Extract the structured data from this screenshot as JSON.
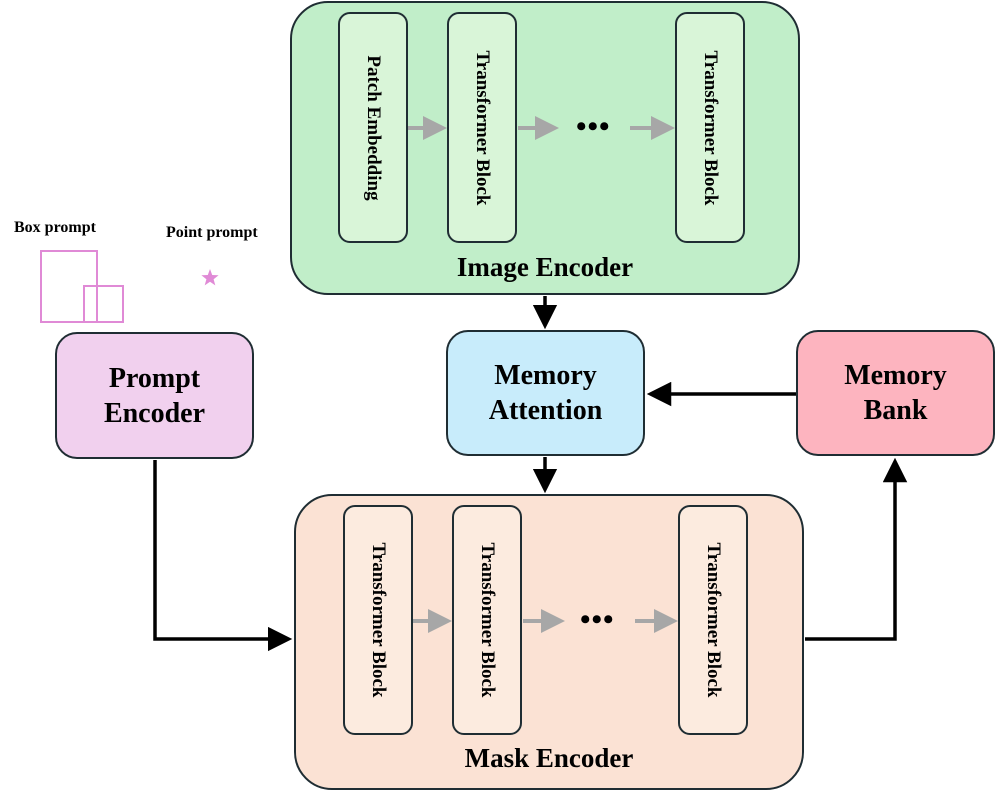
{
  "image_encoder": {
    "title": "Image Encoder",
    "fill": "#c1eec9",
    "block_fill": "#d9f5d8",
    "blocks": [
      "Patch Embedding",
      "Transformer Block",
      "Transformer Block"
    ],
    "ellipsis": "•••"
  },
  "mask_encoder": {
    "title": "Mask Encoder",
    "fill": "#fbe2d4",
    "block_fill": "#fcebdf",
    "blocks": [
      "Transformer Block",
      "Transformer Block",
      "Transformer Block"
    ],
    "ellipsis": "•••"
  },
  "prompt_encoder": {
    "line1": "Prompt",
    "line2": "Encoder",
    "fill": "#f1d0ee"
  },
  "memory_attention": {
    "line1": "Memory",
    "line2": "Attention",
    "fill": "#c8ecfb"
  },
  "memory_bank": {
    "line1": "Memory",
    "line2": "Bank",
    "fill": "#fdb4bf"
  },
  "prompts": {
    "box_label": "Box prompt",
    "point_label": "Point prompt",
    "prompt_color": "#e08ad6"
  },
  "colors": {
    "arrow": "#000000",
    "inner_arrow": "#a7a7a7",
    "border": "#1f2d33"
  }
}
